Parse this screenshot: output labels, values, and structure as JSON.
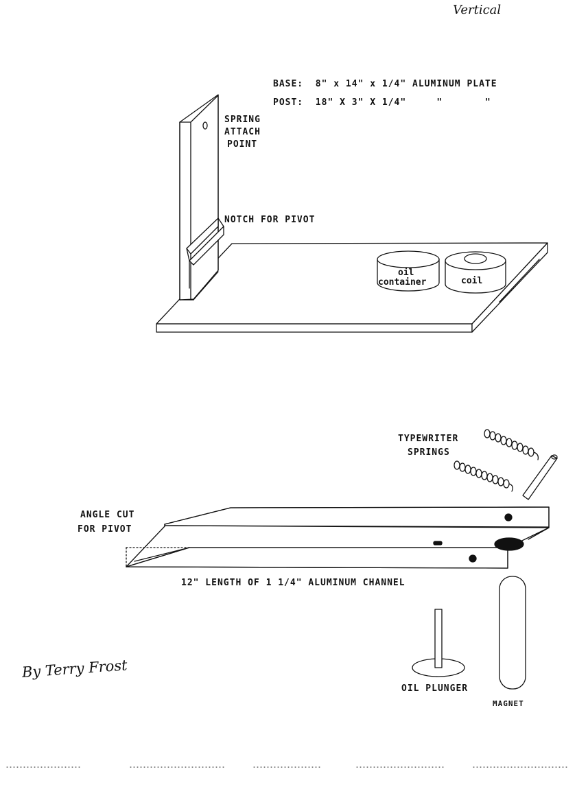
{
  "header": {
    "orientation_note": "Vertical"
  },
  "specs": {
    "base": "BASE:  8\" x 14\" x 1/4\" ALUMINUM PLATE",
    "post": "POST:  18\" X 3\" X 1/4\"     \"       \""
  },
  "upper_assembly": {
    "spring_attach_line1": "SPRING",
    "spring_attach_line2": "ATTACH",
    "spring_attach_line3": "POINT",
    "notch_label": "NOTCH FOR PIVOT",
    "oil_container_line1": "oil",
    "oil_container_line2": "container",
    "coil_label": "coil"
  },
  "lower_assembly": {
    "springs_line1": "TYPEWRITER",
    "springs_line2": "SPRINGS",
    "angle_cut_line1": "ANGLE CUT",
    "angle_cut_line2": "FOR PIVOT",
    "channel_caption": "12\" LENGTH OF 1 1/4\" ALUMINUM CHANNEL",
    "oil_plunger_label": "OIL PLUNGER",
    "magnet_label": "MAGNET"
  },
  "signature": "By Terry Frost"
}
